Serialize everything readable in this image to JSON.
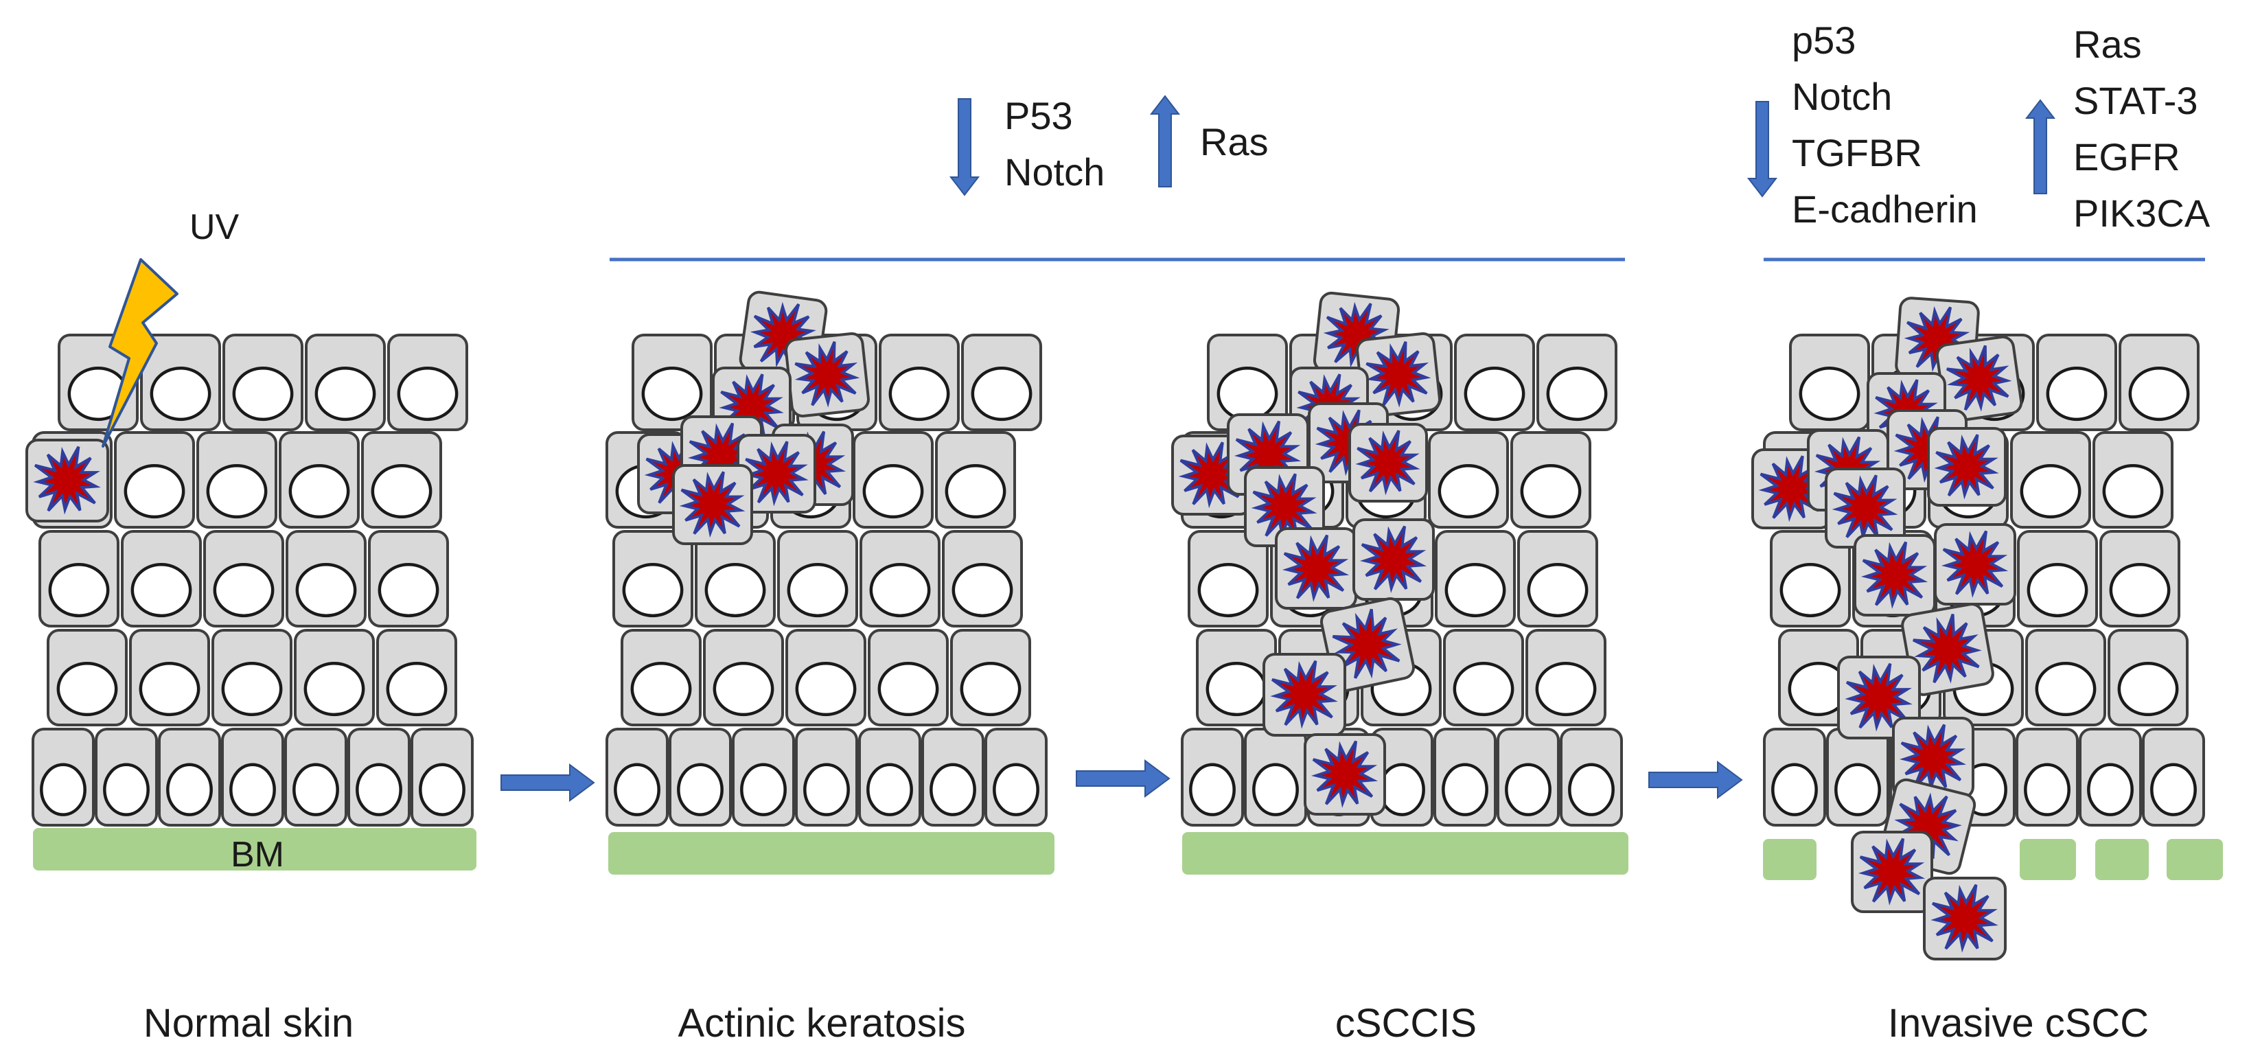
{
  "stage_labels": [
    "Normal skin",
    "Actinic keratosis",
    "cSCCIS",
    "Invasive cSCC"
  ],
  "uv_label": "UV",
  "bm_label": "BM",
  "ak_genes": {
    "down": [
      "P53",
      "Notch"
    ],
    "up": [
      "Ras"
    ]
  },
  "invasive_genes": {
    "down": [
      "p53",
      "Notch",
      "TGFBR",
      "E-cadherin"
    ],
    "up": [
      "Ras",
      "STAT-3",
      "EGFR",
      "PIK3CA"
    ]
  },
  "colors": {
    "cell_fill": "#d9d9d9",
    "cell_stroke": "#3f3f3f",
    "basement_membrane": "#a9d18e",
    "mutation_star": "#c00000",
    "mutation_outline": "#2f3e9e",
    "arrow": "#4472c4",
    "lightning": "#ffc000"
  },
  "icons": [
    "lightning-bolt-icon",
    "mutated-cell-star-icon",
    "progression-arrow-icon",
    "down-arrow-icon",
    "up-arrow-icon"
  ]
}
